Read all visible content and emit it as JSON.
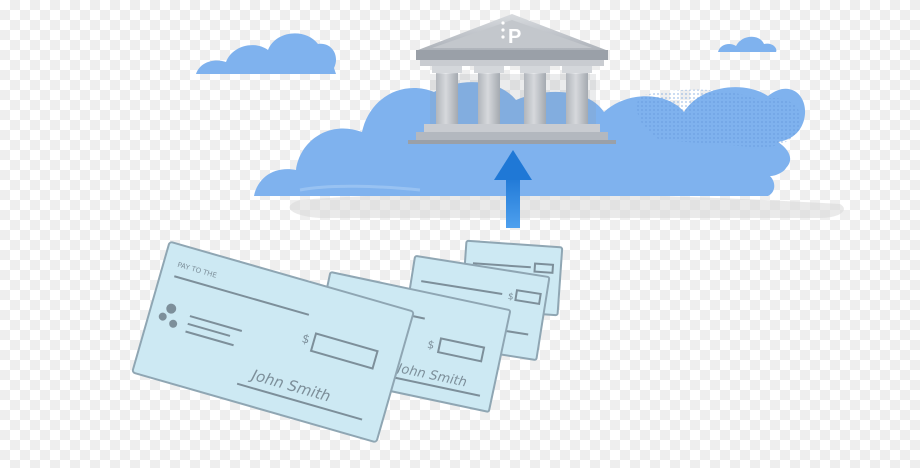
{
  "illustration": {
    "bank": {
      "logo_letter": "P"
    },
    "arrow": {
      "direction": "up"
    },
    "checks": [
      {
        "payee": "John Smith",
        "currency_symbol": "$",
        "pay_label": "PAY TO THE"
      },
      {
        "payee": "John Smith",
        "currency_symbol": "$"
      },
      {
        "payee": "",
        "currency_symbol": "$"
      },
      {
        "payee": "",
        "currency_symbol": ""
      }
    ]
  },
  "colors": {
    "cloud": "#7fb2ee",
    "cloud_light": "#a9cdf5",
    "cloud_shadow": "#d9d9d9",
    "bank_stone": "#c9ccd1",
    "bank_dark": "#8e939b",
    "arrow": "#2f86e0",
    "check_fill": "#cde9f3",
    "check_border": "#8fa6b3",
    "check_ink": "#7d8f9a"
  }
}
